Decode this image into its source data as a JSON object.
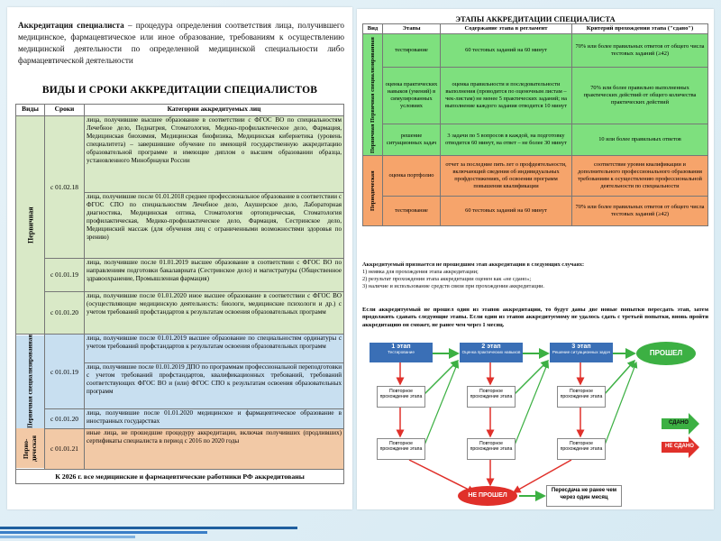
{
  "left": {
    "intro_bold": "Аккредитация специалиста",
    "intro_text": " – процедура определения соответствия лица, получившего медицинское, фармацевтическое или иное образование, требованиям к осуществлению медицинской деятельности по определенной медицинской специальности либо фармацевтической деятельности",
    "heading": "ВИДЫ И СРОКИ АККРЕДИТАЦИИ СПЕЦИАЛИСТОВ",
    "headers": [
      "Виды",
      "Сроки",
      "Категории аккредитуемых лиц"
    ],
    "primary_label": "Первичная",
    "primary_spec_label": "Первичная специализированная",
    "periodic_label": "Перио-дическая",
    "rows": [
      {
        "date": "с 01.02.18",
        "text": "лица, получившие высшее образование в соответствии с ФГОС ВО по специальностям Лечебное дело, Педиатрия, Стоматология, Медико-профилактическое дело, Фармация, Медицинская биохимия, Медицинская биофизика, Медицинская кибернетика (уровень специалитета) – завершившие обучение по имеющей государственную аккредитацию образовательной программе и имеющие диплом о высшем образовании образца, установленного Минобрнауки России"
      },
      {
        "date": "",
        "text": "лица, получившие после 01.01.2018 среднее профессиональное образование в соответствии с ФГОС СПО по специальностям Лечебное дело, Акушерское дело, Лабораторная диагностика, Медицинская оптика, Стоматология ортопедическая, Стоматология профилактическая, Медико-профилактическое дело, Фармация, Сестринское дело, Медицинский массаж (для обучения лиц с ограниченными возможностями здоровья по зрению)"
      },
      {
        "date": "с 01.01.19",
        "text": "лица, получившие после 01.01.2019 высшее образование в соответствии с ФГОС ВО по направлениям подготовки бакалавриата (Сестринское дело) и магистратуры (Общественное здравоохранение, Промышленная фармация)"
      },
      {
        "date": "с 01.01.20",
        "text": "лица, получившие после 01.01.2020 иное высшее образование в соответствии с ФГОС ВО (осуществляющие медицинскую деятельность: биологи, медицинские психологи и др.) с учетом требований профстандартов к результатам освоения образовательных программ"
      },
      {
        "date": "с 01.01.19",
        "text": "лица, получившие после 01.01.2019 высшее образование по специальностям ординатуры с учетом требований профстандартов к результатам освоения образовательных программ"
      },
      {
        "date": "",
        "text": "лица, получившие после 01.01.2019 ДПО по программам профессиональной переподготовки с учетом требований профстандартов, квалификационных требований, требований соответствующих ФГОС ВО и (или) ФГОС СПО к результатам освоения образовательных программ"
      },
      {
        "date": "с 01.01.20",
        "text": "лица, получившие после 01.01.2020 медицинское и фармацевтическое образование в иностранных государствах"
      },
      {
        "date": "с 01.01.21",
        "text": "иные лица, не прошедшие процедуру аккредитации, включая получивших (продливших) сертификаты специалиста в период с 2016 по 2020 годы"
      }
    ],
    "footer": "К 2026 г. все медицинские и фармацевтические работники РФ аккредитованы"
  },
  "right": {
    "title": "ЭТАПЫ АККРЕДИТАЦИИ СПЕЦИАЛИСТА",
    "headers": [
      "Вид",
      "Этапы",
      "Содержание этапа в регламент",
      "Критерий прохождения этапа (\"сдано\")"
    ],
    "primary_label": "Первичная Первичная специализированная",
    "periodic_label": "Периодическая",
    "rows": [
      {
        "stage": "тестирование",
        "content": "60 тестовых заданий на 60 минут",
        "criterion": "70% или более правильных ответов от общего числа тестовых заданий (≥42)"
      },
      {
        "stage": "оценка практических навыков (умений) в симулированных условиях",
        "content": "оценка правильности и последовательности выполнения (проводится по оценочным листам – чек-листам) не менее 5 практических заданий; на выполнение каждого задания отводится 10 минут",
        "criterion": "70% или более правильно выполненных практических действий от общего количества практических действий"
      },
      {
        "stage": "решение ситуационных задач",
        "content": "3 задачи по 5 вопросов в каждой, на подготовку отводится 60 минут, на ответ – не более 30 минут",
        "criterion": "10 или более правильных ответов"
      },
      {
        "stage": "оценка портфолио",
        "content": "отчет за последние пять лет о профдеятельности, включающий сведения об индивидуальных профдостижениях, об освоении программ повышения квалификации",
        "criterion": "соответствие уровня квалификации и дополнительного профессионального образования требованиям к осуществлению профессиональной деятельности по специальности"
      },
      {
        "stage": "тестирование",
        "content": "60 тестовых заданий на 60 минут",
        "criterion": "70% или более правильных ответов от общего числа тестовых заданий (≥42)"
      }
    ],
    "notes_title": "Аккредитуемый признается не прошедшим этап аккредитации в следующих случаях:",
    "notes": [
      "1) неявка для прохождения этапа аккредитации;",
      "2) результат прохождения этапа аккредитации оценен как «не сдано»;",
      "3) наличие и использование средств связи при прохождении аккредитации."
    ],
    "bold_note": "Если аккредитуемый не прошел один из этапов аккредитации, то будут даны две новые попытки пересдать этап, затем продолжить сдавать следующие этапы. Если один из этапов аккредитуемому не удалось сдать с третьей попытки, вновь пройти аккредитацию он сможет, не ранее чем через 1 месяц.",
    "flow": {
      "stage1": "1 этап",
      "stage1_sub": "Тестирование",
      "stage2": "2 этап",
      "stage2_sub": "Оценка практических навыков",
      "stage3": "3 этап",
      "stage3_sub": "Решение ситуационных задач",
      "passed": "ПРОШЕЛ",
      "retry": "Повторное прохождение этапа",
      "failed": "НЕ ПРОШЕЛ",
      "retry_month": "Пересдача не ранее чем через один месяц",
      "legend_pass": "СДАНО",
      "legend_fail": "НЕ СДАНО"
    }
  },
  "colors": {
    "green": "#3cb043",
    "red": "#e0302a",
    "blue": "#3a6fb6",
    "row_green": "#d9e9c7",
    "row_blue": "#c8dff0",
    "row_orange": "#f2c9a6"
  }
}
